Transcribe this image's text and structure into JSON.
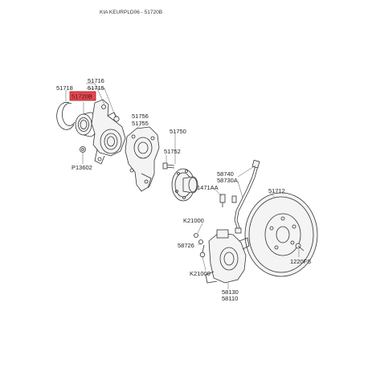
{
  "title": "KIA KEURPLD06 - 51720B",
  "colors": {
    "highlight": "#e8474f",
    "highlight_border": "#b0151f",
    "line": "#333333"
  },
  "labels": {
    "p51716": "51716",
    "p51715": "51715",
    "p51718": "51718",
    "p51720b": "51720B",
    "p51756": "51756",
    "p51755": "51755",
    "p51750": "51750",
    "p51752": "51752",
    "p13602": "P13602",
    "p58740": "58740",
    "p58730a": "58730A",
    "p1471aa": "1471AA",
    "p51712": "51712",
    "p21000a": "K21000",
    "p58726": "58726",
    "p21000b": "K21000",
    "p1220fs": "1220FS",
    "p58130": "58130",
    "p58110": "58110"
  }
}
